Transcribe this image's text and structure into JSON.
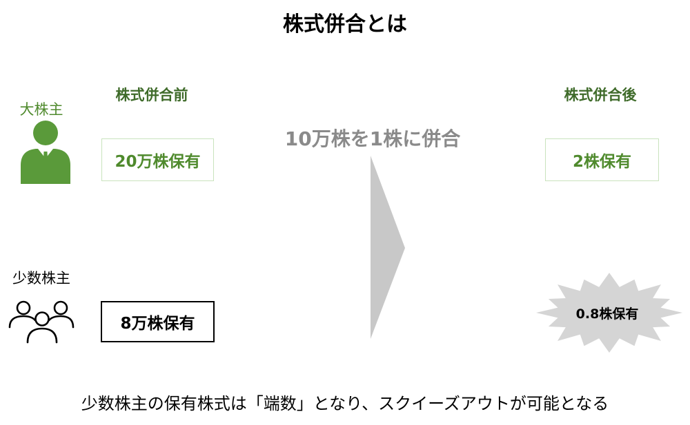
{
  "title": "株式併合とは",
  "before_label": "株式併合前",
  "after_label": "株式併合後",
  "center_label": "10万株を1株に併合",
  "major": {
    "label": "大株主",
    "before": "20万株保有",
    "after": "2株保有",
    "icon": "businessman-icon"
  },
  "minor": {
    "label": "少数株主",
    "before": "8万株保有",
    "after": "0.8株保有",
    "icon": "people-group-icon"
  },
  "footer": "少数株主の保有株式は「端数」となり、スクイーズアウトが可能となる",
  "colors": {
    "green_text": "#4f8a2d",
    "dark_green": "#3f6b2a",
    "green_icon": "#5a9a3a",
    "box_border": "#c9e3bd",
    "arrow": "#c8c8c8",
    "burst": "#d5d5d5",
    "center_text": "#8a8a8a"
  }
}
